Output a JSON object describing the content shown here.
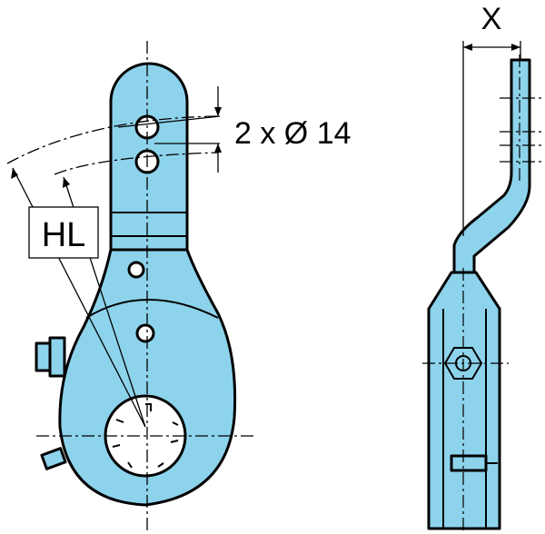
{
  "diagram": {
    "dimension_x_label": "X",
    "hole_spec_label": "2 x Ø 14",
    "hl_label": "HL",
    "colors": {
      "fill": "#8dd3ec",
      "stroke": "#000000",
      "background": "#ffffff"
    }
  }
}
